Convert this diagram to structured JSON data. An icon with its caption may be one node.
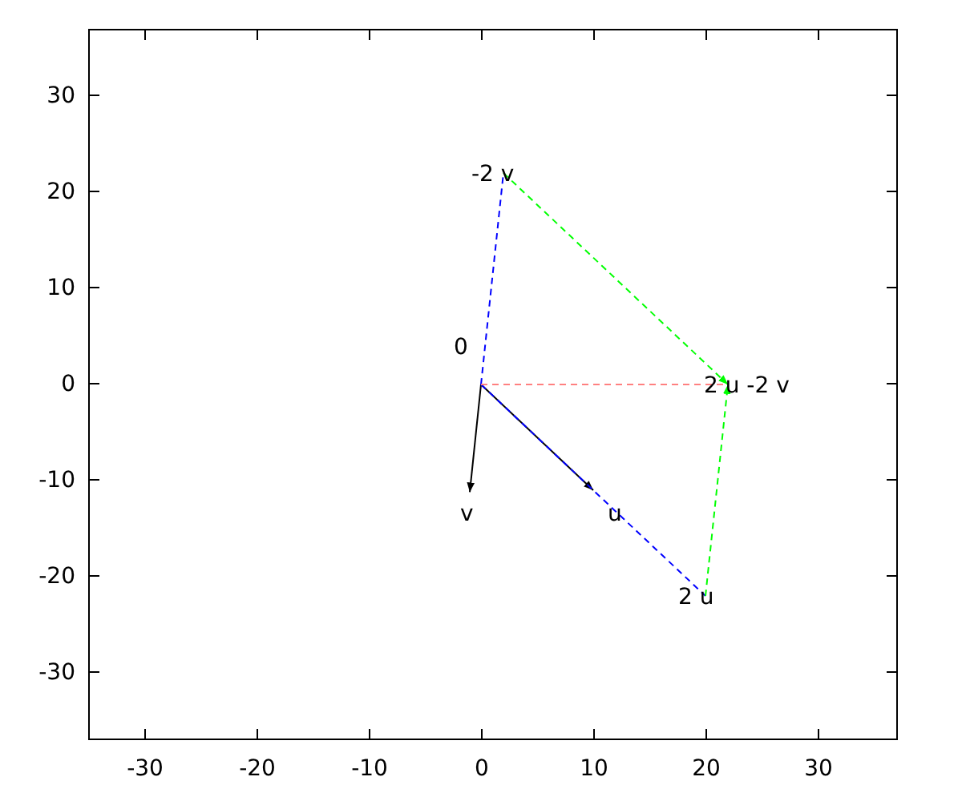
{
  "diagram": {
    "nodes": [
      {
        "text": [
          "0"
        ]
      },
      {
        "text": [
          "v"
        ]
      },
      {
        "text": [
          "u"
        ]
      },
      {
        "text": [
          "2 u"
        ]
      },
      {
        "text": [
          "-2 v"
        ]
      },
      {
        "text": [
          "2 u -2 v"
        ]
      }
    ],
    "edges": [
      {
        "from": 0,
        "to": 1,
        "arrow": "to"
      },
      {
        "from": 0,
        "to": 2,
        "arrow": "to"
      },
      {
        "from": 0,
        "to": 4,
        "arrow": "none",
        "style": "dashed",
        "color": "#0000ff"
      },
      {
        "from": 0,
        "to": 3,
        "arrow": "none",
        "style": "dashed",
        "color": "#0000ff"
      },
      {
        "from": 4,
        "to": 5,
        "arrow": "to",
        "style": "dashed",
        "color": "#00ff00"
      },
      {
        "from": 3,
        "to": 5,
        "arrow": "to",
        "style": "dashed",
        "color": "#00ff00"
      },
      {
        "from": 0,
        "to": 5,
        "arrow": "none",
        "style": "dashed",
        "color": "#ff8080"
      }
    ],
    "labels": [
      "30",
      "20",
      "10",
      "0",
      "-10",
      "-20",
      "-30",
      "-30",
      "-20",
      "-10",
      "0",
      "10",
      "20",
      "30"
    ]
  }
}
